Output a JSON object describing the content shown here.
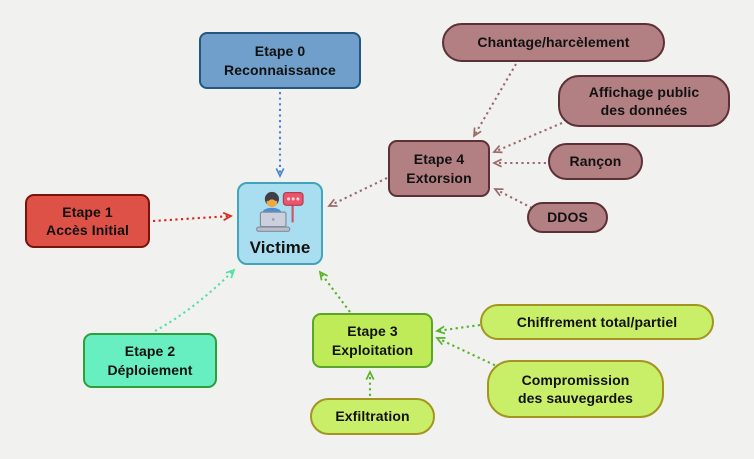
{
  "diagram": {
    "nodes": {
      "etape0": {
        "line1": "Etape 0",
        "line2": "Reconnaissance"
      },
      "etape1": {
        "line1": "Etape 1",
        "line2": "Accès Initial"
      },
      "etape2": {
        "line1": "Etape 2",
        "line2": "Déploiement"
      },
      "etape3": {
        "line1": "Etape 3",
        "line2": "Exploitation"
      },
      "etape4": {
        "line1": "Etape 4",
        "line2": "Extorsion"
      },
      "victime": {
        "label": "Victime"
      },
      "chantage": {
        "label": "Chantage/harcèlement"
      },
      "affichage": {
        "line1": "Affichage public",
        "line2": "des données"
      },
      "rancon": {
        "label": "Rançon"
      },
      "ddos": {
        "label": "DDOS"
      },
      "chiffrement": {
        "label": "Chiffrement total/partiel"
      },
      "compromission": {
        "line1": "Compromission",
        "line2": "des sauvegardes"
      },
      "exfiltration": {
        "label": "Exfiltration"
      }
    },
    "colors": {
      "background": "#f1f1f0",
      "blue_fill": "#6f9fca",
      "blue_border": "#25567f",
      "victime_fill": "#a9def1",
      "victime_border": "#41a3bc",
      "red_fill": "#de5147",
      "red_border": "#7a130c",
      "teal_fill": "#67efc2",
      "teal_border": "#2f9e3b",
      "green_fill": "#bfeb59",
      "green_border": "#5ba629",
      "yellow_fill": "#c9ee67",
      "yellow_border": "#a3951f",
      "maroon_fill": "#b28082",
      "maroon_border": "#5c3037",
      "arrow_blue": "#4d87c7",
      "arrow_red": "#d3291c",
      "arrow_maroon": "#9a6a6a",
      "arrow_mint": "#4fe2a2",
      "arrow_green": "#56b32a"
    }
  }
}
